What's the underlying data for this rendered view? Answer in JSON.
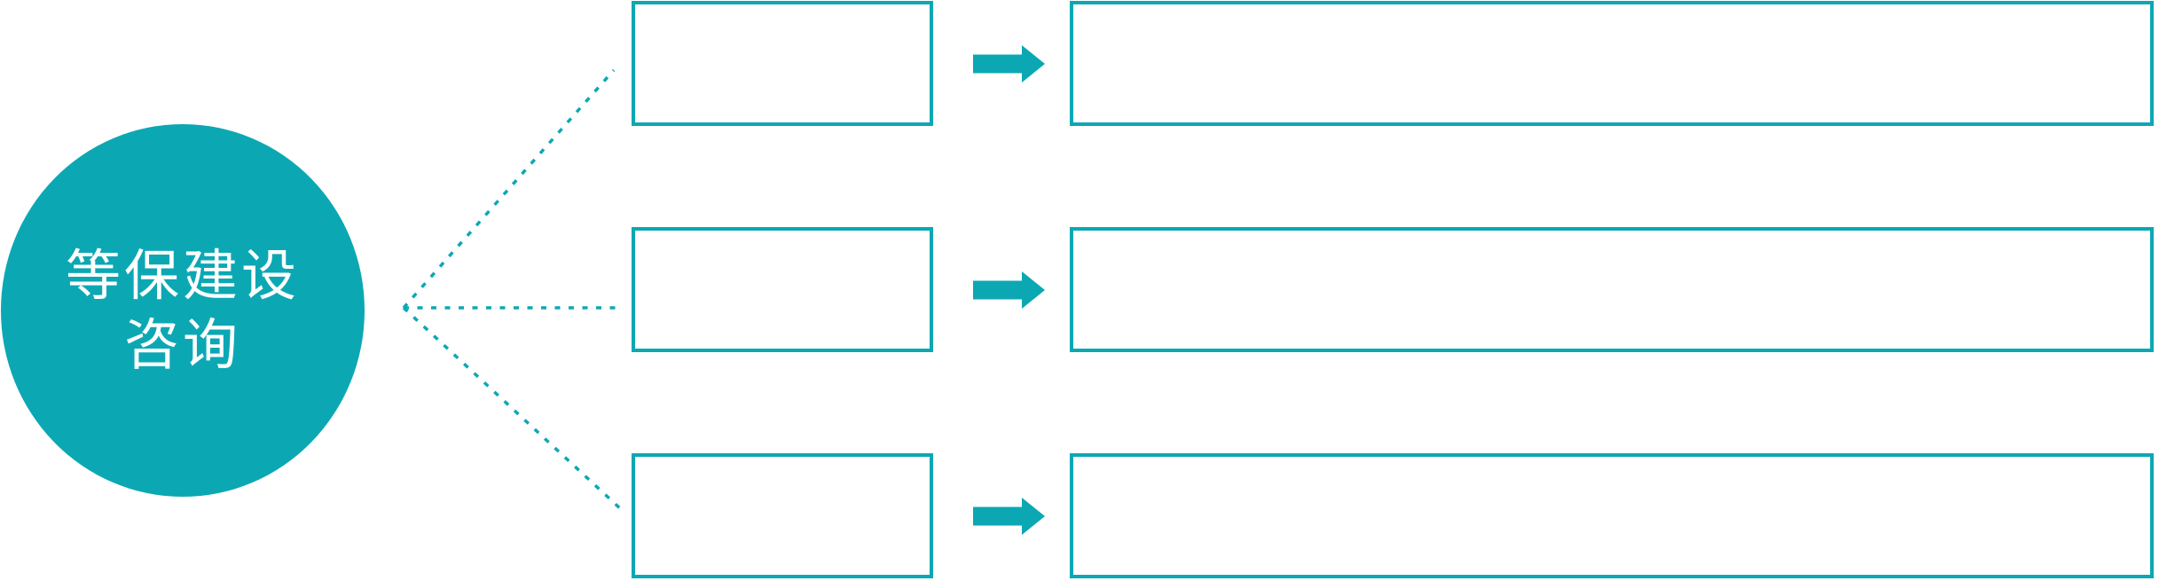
{
  "diagram": {
    "type": "radial-flow-diagram",
    "accent_color": "#0ba8b4",
    "background_color": "#ffffff",
    "root": {
      "full_label": "等保建设咨询",
      "line1": "等保建设",
      "line2": "咨询",
      "text_color": "#ffffff",
      "shape": "circle"
    },
    "connector_style": "dotted",
    "arrow_icon": "right-block-arrow",
    "rows": [
      {
        "small_box_text": "",
        "large_box_text": ""
      },
      {
        "small_box_text": "",
        "large_box_text": ""
      },
      {
        "small_box_text": "",
        "large_box_text": ""
      }
    ]
  }
}
